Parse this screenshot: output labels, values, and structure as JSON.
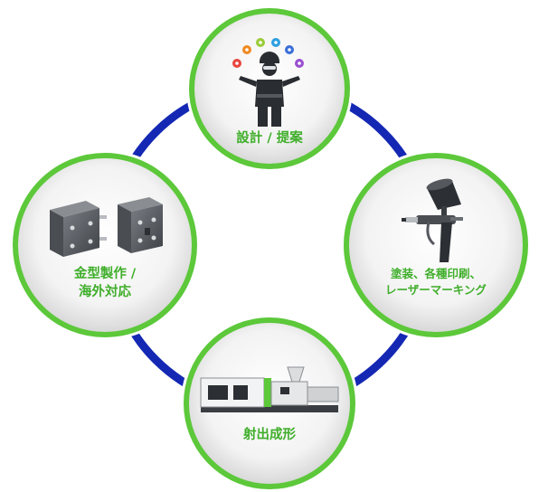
{
  "diagram": {
    "nodes": [
      {
        "id": "design",
        "lines": [
          "設計 / 提案"
        ],
        "icon": "engineer-with-gears-icon"
      },
      {
        "id": "painting",
        "lines": [
          "塗装、各種印刷、",
          "レーザーマーキング"
        ],
        "icon": "spray-gun-icon"
      },
      {
        "id": "molding",
        "lines": [
          "射出成形"
        ],
        "icon": "injection-molding-machine-icon"
      },
      {
        "id": "mold",
        "lines": [
          "金型製作 /",
          "海外対応"
        ],
        "icon": "mold-blocks-icon"
      }
    ],
    "colors": {
      "ring": "#1428b4",
      "node_border": "#5cc83a",
      "node_fill_center": "#ffffff",
      "node_fill_edge": "#d8d8d8",
      "label": "#3fae2a"
    }
  }
}
